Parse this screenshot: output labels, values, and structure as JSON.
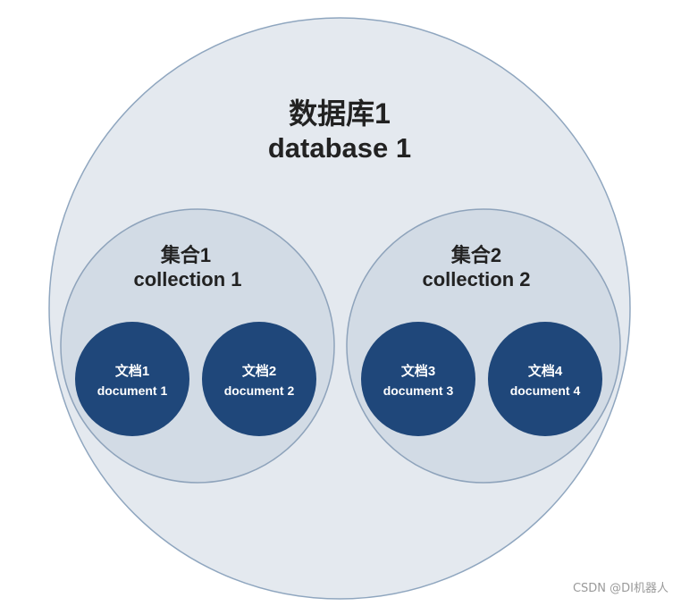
{
  "database": {
    "title_cn": "数据库1",
    "title_en": "database 1"
  },
  "collections": [
    {
      "title_cn": "集合1",
      "title_en": "collection 1",
      "documents": [
        {
          "label_cn": "文档1",
          "label_en": "document 1"
        },
        {
          "label_cn": "文档2",
          "label_en": "document 2"
        }
      ]
    },
    {
      "title_cn": "集合2",
      "title_en": "collection 2",
      "documents": [
        {
          "label_cn": "文档3",
          "label_en": "document 3"
        },
        {
          "label_cn": "文档4",
          "label_en": "document 4"
        }
      ]
    }
  ],
  "watermark": "CSDN @DI机器人",
  "colors": {
    "database_fill": "#e4e9ef",
    "database_stroke": "#8fa6bf",
    "collection_fill": "#d2dbe5",
    "collection_stroke": "#8ea3bb",
    "document_fill": "#1f477a",
    "document_text": "#ffffff",
    "label_text": "#222222"
  }
}
